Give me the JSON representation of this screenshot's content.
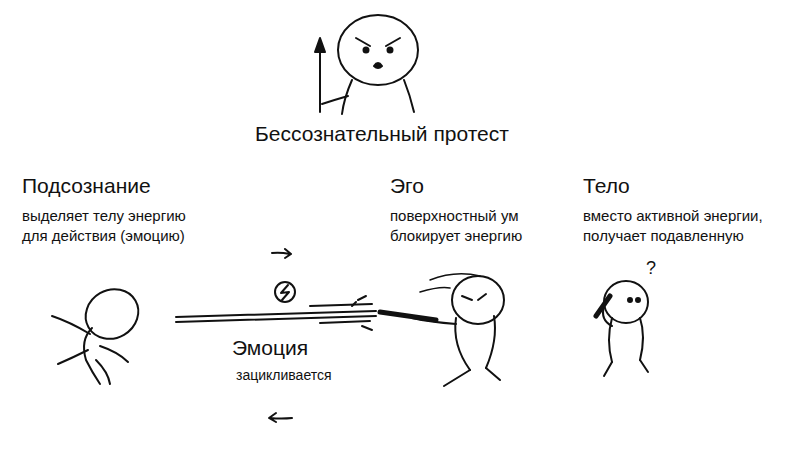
{
  "diagram": {
    "title": "Бессознательный протест",
    "labels": [
      "Подсознание",
      "выделяет телу энергию для действия (эмоцию)",
      "Эго",
      "поверхностный ум блокирует энергию",
      "Тело",
      "вместо активной энергии, получает подавленную",
      "Эмоция",
      "зацикливается",
      "?"
    ]
  }
}
